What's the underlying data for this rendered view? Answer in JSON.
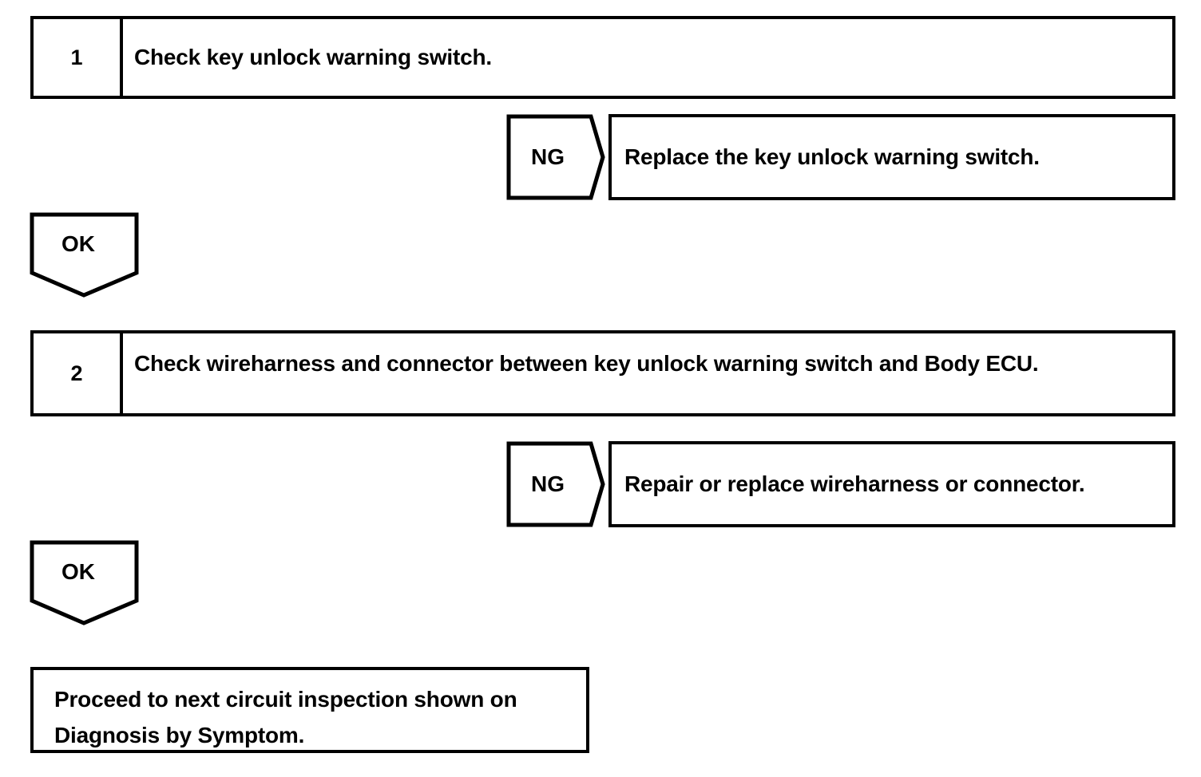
{
  "document": {
    "type": "troubleshooting-flowchart",
    "line_color": "#000000",
    "background_color": "#ffffff",
    "text_color": "#000000"
  },
  "steps": [
    {
      "number": "1",
      "instruction": "Check key unlock warning switch",
      "trailing_period": ".",
      "ng": {
        "label": "NG",
        "action": "Replace the key unlock warning switch."
      },
      "ok": {
        "label": "OK"
      }
    },
    {
      "number": "2",
      "instruction": "Check wireharness and connector between key unlock warning switch and Body ECU",
      "trailing_period": ".",
      "ng": {
        "label": "NG",
        "action": "Repair or replace wireharness or connector."
      },
      "ok": {
        "label": "OK"
      }
    }
  ],
  "terminal": {
    "line1": "Proceed to next circuit inspection shown on",
    "line2": "Diagnosis by Symptom."
  }
}
